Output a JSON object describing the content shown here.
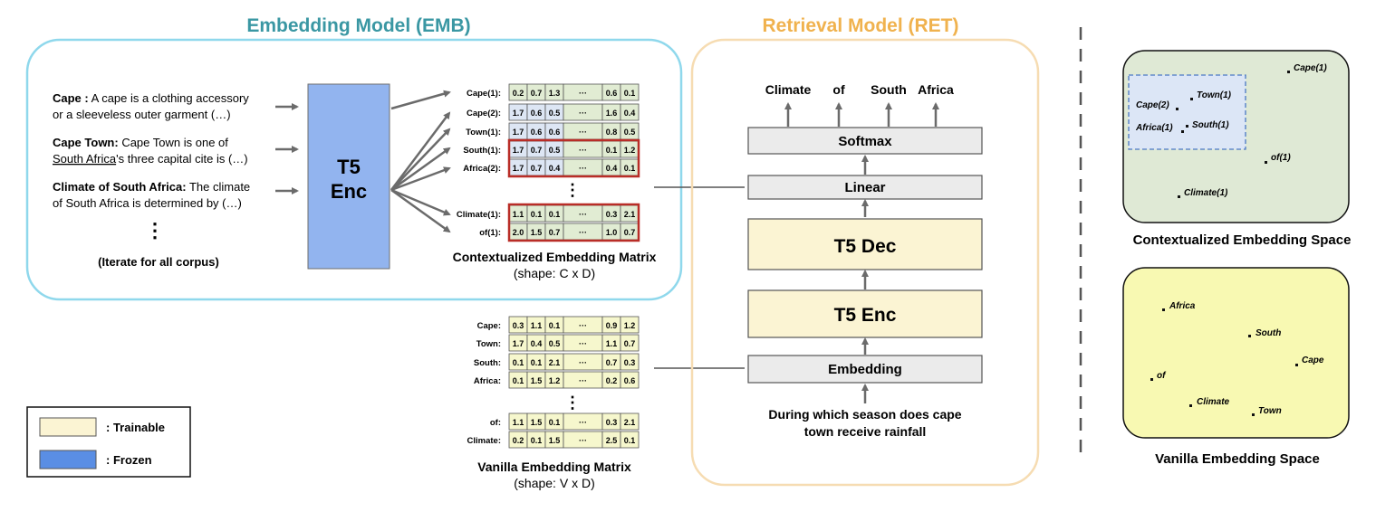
{
  "colors": {
    "emb_border": "#8fd8ec",
    "emb_title": "#3a97a3",
    "ret_border": "#f6dcb2",
    "ret_title": "#f0b24e",
    "frozen": "#92b4ef",
    "trainable": "#fbf4d3",
    "matrix_green": "#e1ecd3",
    "matrix_blue": "#dde6f4",
    "matrix_yellow": "#f6f7cd",
    "highlight_red": "#b92d27",
    "layer_gray": "#ebebeb",
    "ctx_space_bg": "#dfe9d5",
    "vanilla_space_bg": "#f8f9b2",
    "cluster_bg": "#dce6f6",
    "cluster_border": "#4a78c4",
    "arrow_gray": "#6b6b6b"
  },
  "emb": {
    "title": "Embedding Model (EMB)",
    "encoder_line1": "T5",
    "encoder_line2": "Enc",
    "docs": [
      {
        "term": "Cape :",
        "line1_rest": " A cape is a clothing accessory",
        "line2": "or a sleeveless outer garment (…)"
      },
      {
        "term": "Cape Town:",
        "line1_rest": " Cape Town is one of",
        "line2_underlined": "South Africa",
        "line2": "'s three capital cite is (…)"
      },
      {
        "term": "Climate of South Africa:",
        "line1_rest": " The climate",
        "line2": "of South Africa is determined by (…)"
      }
    ],
    "vdots": "⋮",
    "iterate": "(Iterate for all corpus)"
  },
  "ctx_matrix": {
    "rows": [
      {
        "label": "Cape(1):",
        "values": [
          "0.2",
          "0.7",
          "1.3",
          "···",
          "0.6",
          "0.1"
        ]
      },
      {
        "label": "Cape(2):",
        "values": [
          "1.7",
          "0.6",
          "0.5",
          "···",
          "1.6",
          "0.4"
        ]
      },
      {
        "label": "Town(1):",
        "values": [
          "1.7",
          "0.6",
          "0.6",
          "···",
          "0.8",
          "0.5"
        ]
      },
      {
        "label": "South(1):",
        "values": [
          "1.7",
          "0.7",
          "0.5",
          "···",
          "0.1",
          "1.2"
        ]
      },
      {
        "label": "Africa(2):",
        "values": [
          "1.7",
          "0.7",
          "0.4",
          "···",
          "0.4",
          "0.1"
        ]
      }
    ],
    "rows_bottom": [
      {
        "label": "Climate(1):",
        "values": [
          "1.1",
          "0.1",
          "0.1",
          "···",
          "0.3",
          "2.1"
        ]
      },
      {
        "label": "of(1):",
        "values": [
          "2.0",
          "1.5",
          "0.7",
          "···",
          "1.0",
          "0.7"
        ]
      }
    ],
    "vdots": "⋮",
    "title": "Contextualized Embedding Matrix",
    "shape": "(shape: C x D)"
  },
  "vanilla_matrix": {
    "rows": [
      {
        "label": "Cape:",
        "values": [
          "0.3",
          "1.1",
          "0.1",
          "···",
          "0.9",
          "1.2"
        ]
      },
      {
        "label": "Town:",
        "values": [
          "1.7",
          "0.4",
          "0.5",
          "···",
          "1.1",
          "0.7"
        ]
      },
      {
        "label": "South:",
        "values": [
          "0.1",
          "0.1",
          "2.1",
          "···",
          "0.7",
          "0.3"
        ]
      },
      {
        "label": "Africa:",
        "values": [
          "0.1",
          "1.5",
          "1.2",
          "···",
          "0.2",
          "0.6"
        ]
      }
    ],
    "rows_bottom": [
      {
        "label": "of:",
        "values": [
          "1.1",
          "1.5",
          "0.1",
          "···",
          "0.3",
          "2.1"
        ]
      },
      {
        "label": "Climate:",
        "values": [
          "0.2",
          "0.1",
          "1.5",
          "···",
          "2.5",
          "0.1"
        ]
      }
    ],
    "vdots": "⋮",
    "title": "Vanilla Embedding Matrix",
    "shape": "(shape: V x D)"
  },
  "ret": {
    "title": "Retrieval Model (RET)",
    "outputs": [
      "Climate",
      "of",
      "South",
      "Africa"
    ],
    "softmax": "Softmax",
    "linear": "Linear",
    "decoder": "T5 Dec",
    "encoder": "T5 Enc",
    "embedding": "Embedding",
    "query_line1": "During which season does cape",
    "query_line2": "town receive rainfall"
  },
  "legend": {
    "trainable": ": Trainable",
    "frozen": ": Frozen"
  },
  "ctx_space": {
    "title": "Contextualized Embedding Space",
    "points": [
      "Cape(1)",
      "Cape(2)",
      "Town(1)",
      "Africa(1)",
      "South(1)",
      "of(1)",
      "Climate(1)"
    ]
  },
  "vanilla_space": {
    "title": "Vanilla Embedding Space",
    "points": [
      "Africa",
      "South",
      "Cape",
      "of",
      "Climate",
      "Town"
    ]
  }
}
